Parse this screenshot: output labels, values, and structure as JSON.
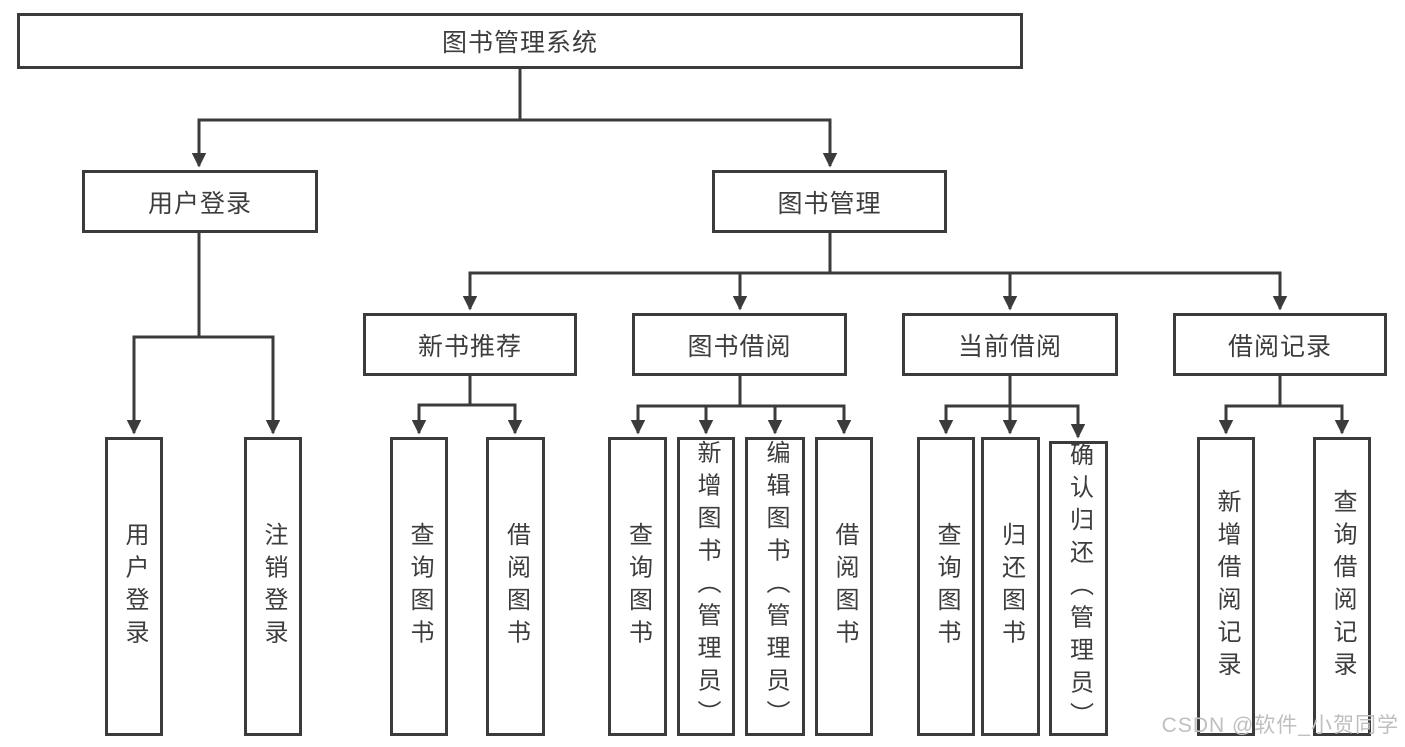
{
  "diagram": {
    "root": {
      "label": "图书管理系统"
    },
    "branches": {
      "user_login": {
        "label": "用户登录",
        "children": [
          {
            "label": "用户登录"
          },
          {
            "label": "注销登录"
          }
        ]
      },
      "book_management": {
        "label": "图书管理",
        "children": {
          "new_book_recommend": {
            "label": "新书推荐",
            "children": [
              {
                "label": "查询图书"
              },
              {
                "label": "借阅图书"
              }
            ]
          },
          "book_borrow": {
            "label": "图书借阅",
            "children": [
              {
                "label": "查询图书"
              },
              {
                "label": "新增图书（管理员）"
              },
              {
                "label": "编辑图书（管理员）"
              },
              {
                "label": "借阅图书"
              }
            ]
          },
          "current_borrow": {
            "label": "当前借阅",
            "children": [
              {
                "label": "查询图书"
              },
              {
                "label": "归还图书"
              },
              {
                "label": "确认归还（管理员）"
              }
            ]
          },
          "borrow_records": {
            "label": "借阅记录",
            "children": [
              {
                "label": "新增借阅记录"
              },
              {
                "label": "查询借阅记录"
              }
            ]
          }
        }
      }
    }
  },
  "watermark": {
    "text": "CSDN @软件_小贺同学"
  },
  "colors": {
    "line": "#3b3b3b",
    "text": "#3d3d3d",
    "watermark": "#bfbfbf",
    "background": "#ffffff"
  }
}
